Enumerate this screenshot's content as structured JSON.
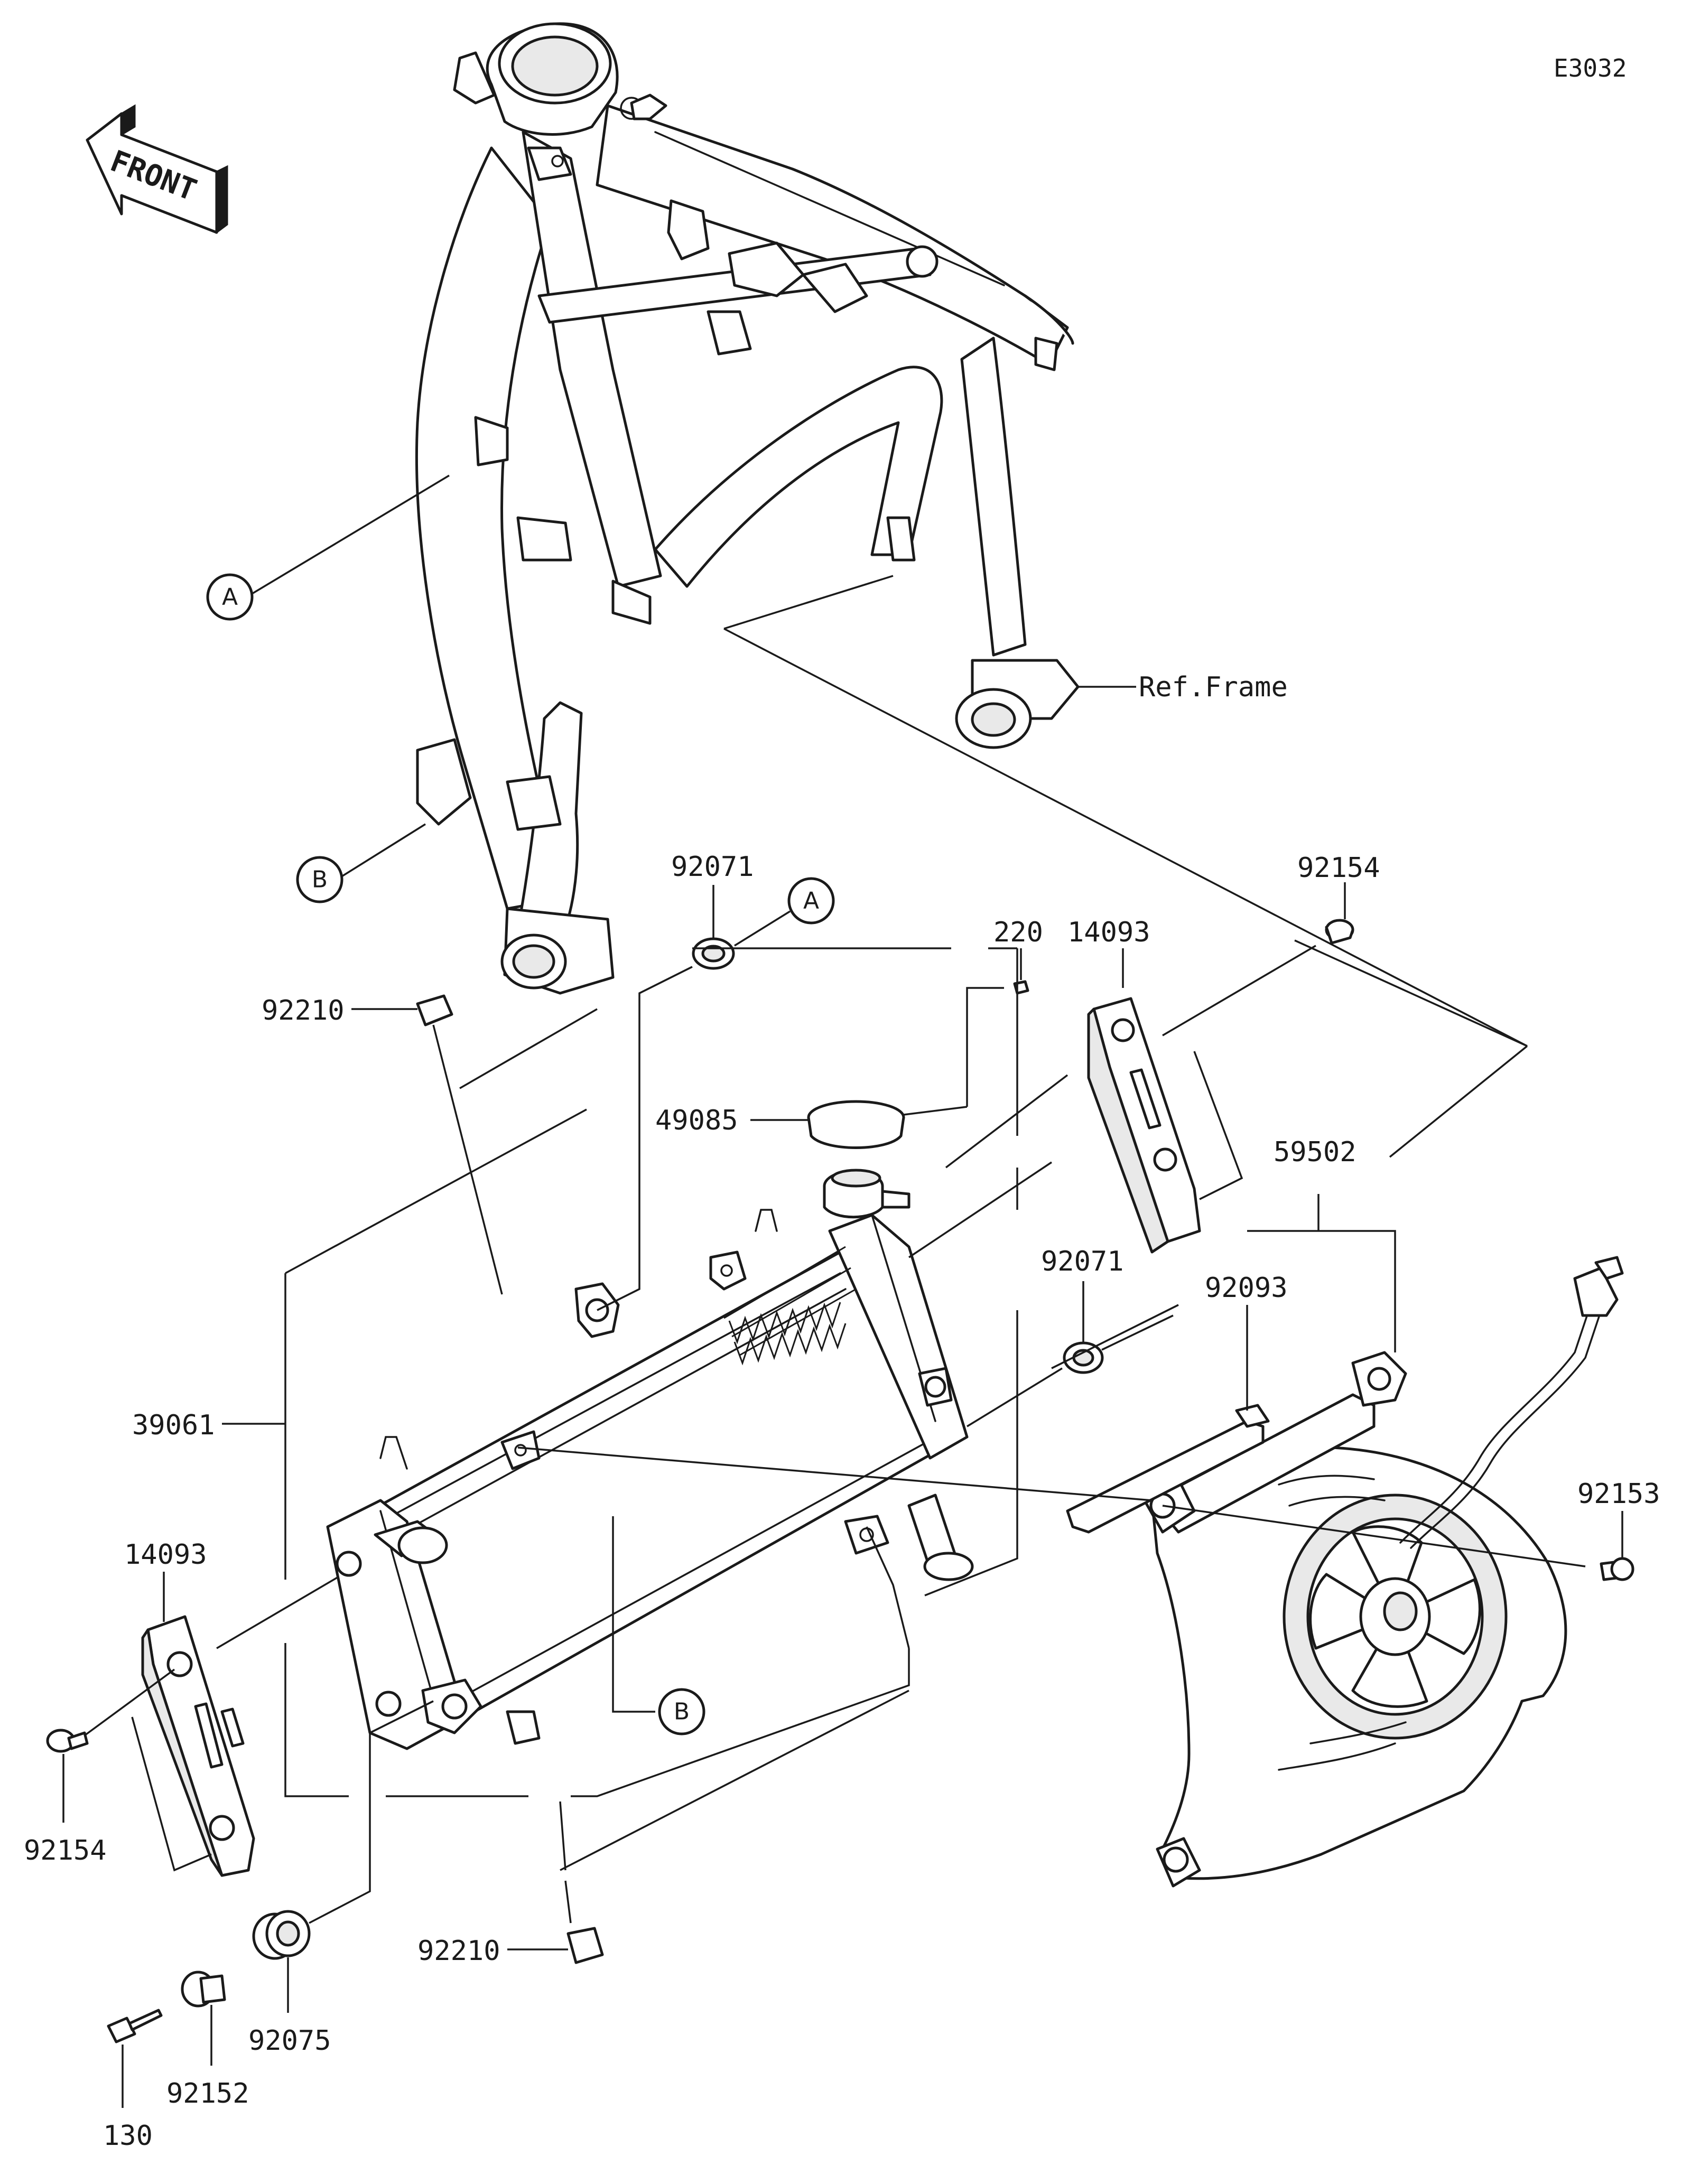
{
  "diagram_code": "E3032",
  "front_label": "FRONT",
  "ref_frame_label": "Ref.Frame",
  "reference_markers": {
    "a": "A",
    "b": "B"
  },
  "parts": {
    "radiator": "39061",
    "cap": "49085",
    "screw_220": "220",
    "grommet_top": "92071",
    "grommet_right": "92071",
    "cover_right": "14093",
    "cover_left": "14093",
    "bolt_right": "92154",
    "bolt_left": "92154",
    "clip_top": "92210",
    "clip_bottom": "92210",
    "fan_assembly": "59502",
    "fan_shroud": "92093",
    "fan_bolt": "92153",
    "damper": "92075",
    "collar": "92152",
    "bolt_130": "130"
  }
}
